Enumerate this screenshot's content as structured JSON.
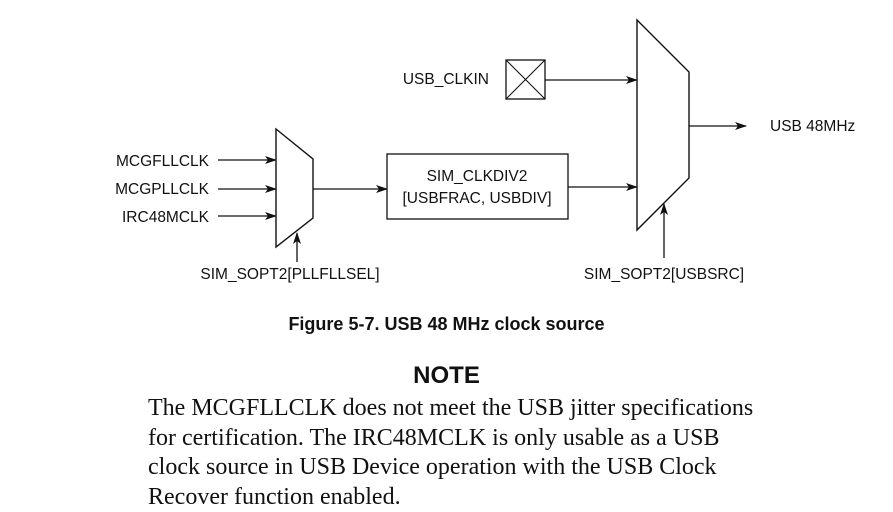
{
  "diagram": {
    "inputs": [
      "MCGFLLCLK",
      "MCGPLLCLK",
      "IRC48MCLK"
    ],
    "mux1_select": "SIM_SOPT2[PLLFLLSEL]",
    "divider": {
      "line1": "SIM_CLKDIV2",
      "line2": "[USBFRAC, USBDIV]"
    },
    "external_input": "USB_CLKIN",
    "mux2_select": "SIM_SOPT2[USBSRC]",
    "output": "USB 48MHz"
  },
  "caption": "Figure 5-7. USB 48 MHz clock source",
  "note": {
    "title": "NOTE",
    "lines": [
      "The MCGFLLCLK does not meet the USB jitter specifications",
      "for certification. The IRC48MCLK is only usable as a USB",
      "clock source in USB Device operation with the USB Clock",
      "Recover function enabled."
    ]
  }
}
